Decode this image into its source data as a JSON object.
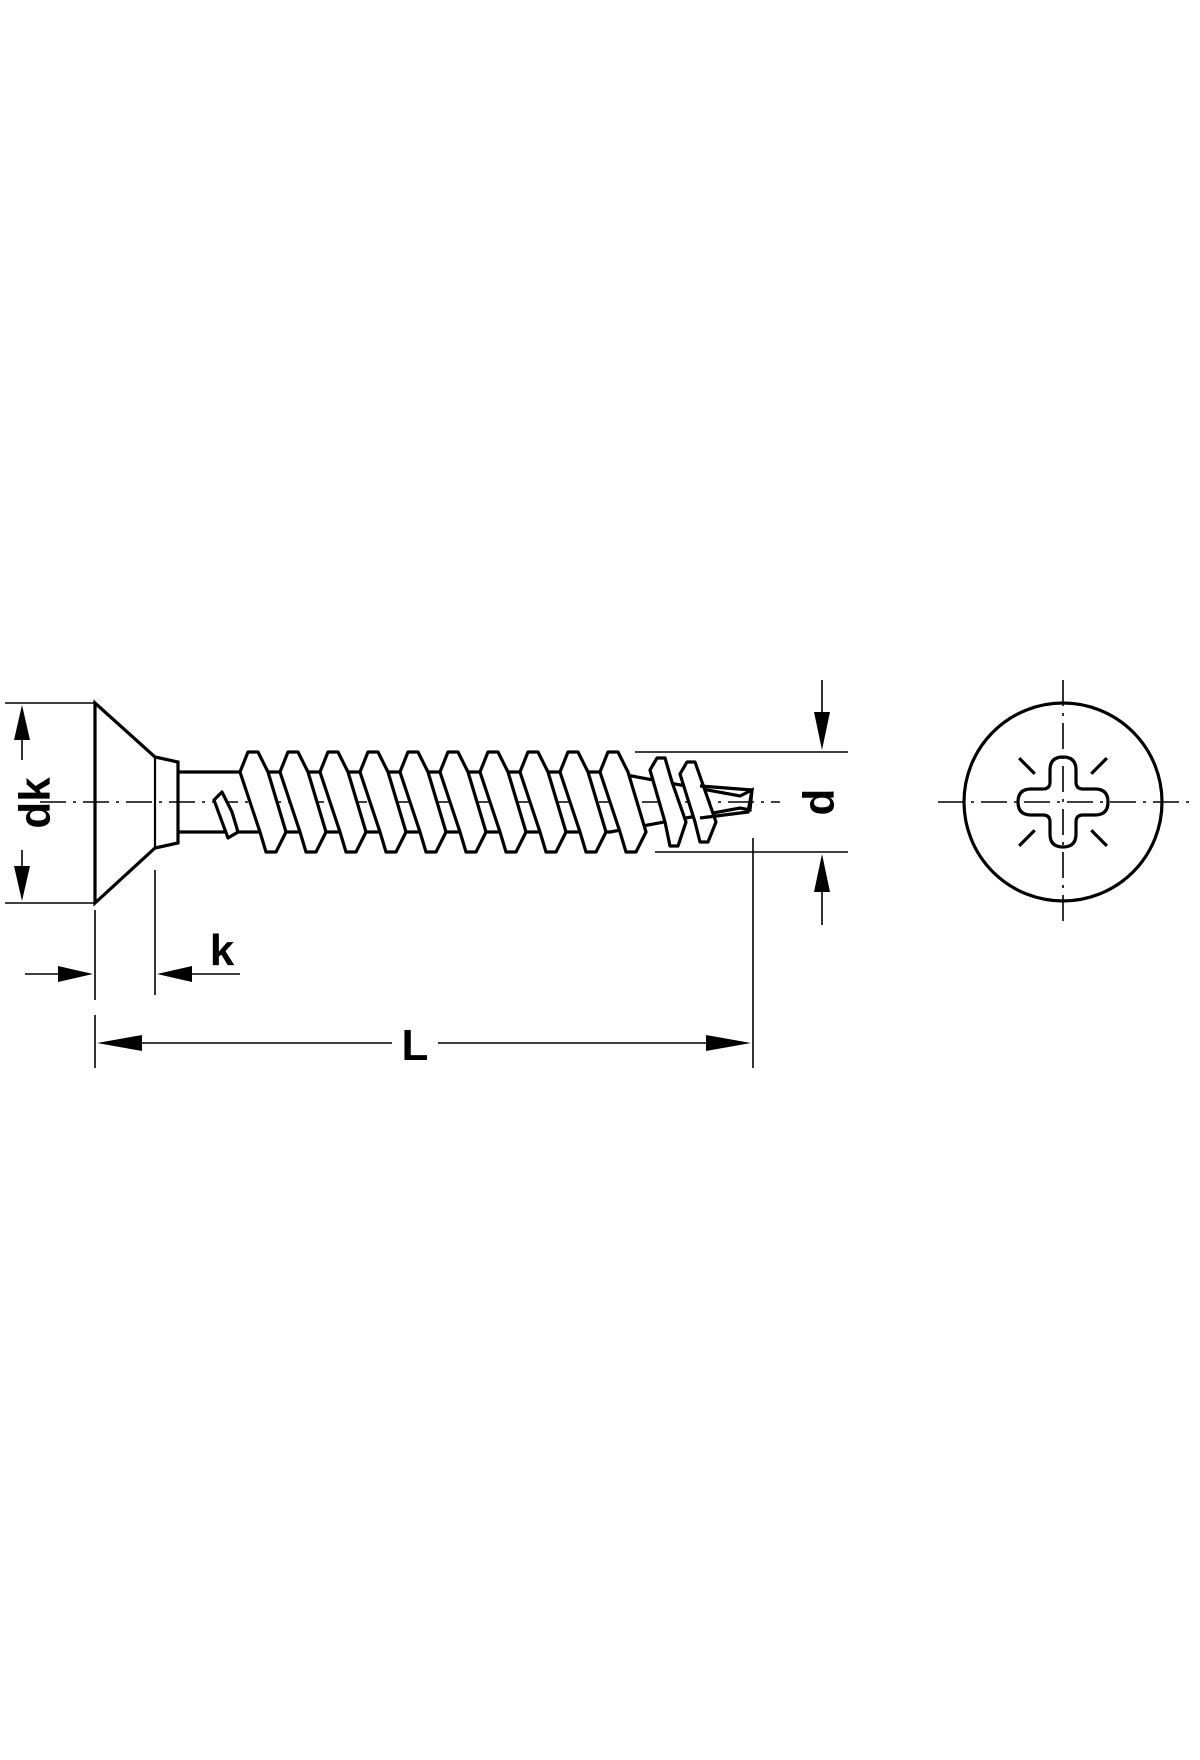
{
  "labels": {
    "dk": "dk",
    "k": "k",
    "L": "L",
    "d": "d"
  },
  "colors": {
    "line": "#000000",
    "background": "#ffffff"
  },
  "icons": {
    "side_view": "countersunk-screw-side-icon",
    "head_view": "pozidriv-head-icon"
  }
}
